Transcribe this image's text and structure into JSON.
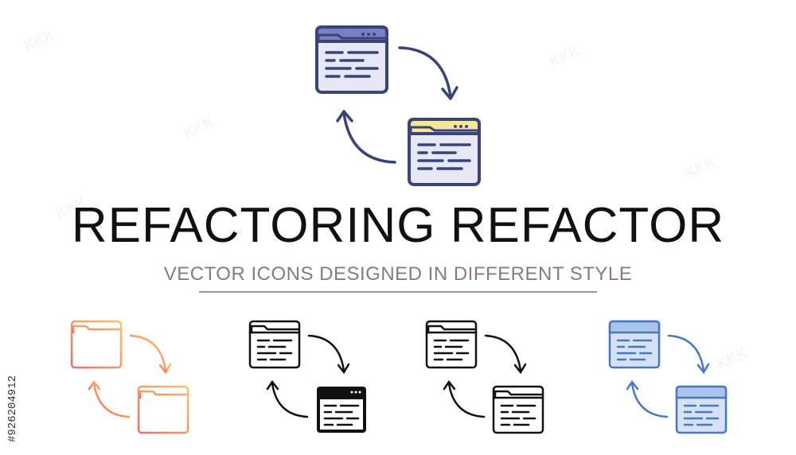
{
  "title": "REFACTORING REFACTOR",
  "subtitle": "VECTOR ICONS DESIGNED IN DIFFERENT STYLE",
  "stock_id": "#926204912",
  "watermark": "KKK",
  "colors": {
    "navy": "#3a4576",
    "purple_header": "#7b7fc6",
    "yellow_header": "#f5e79a",
    "window_fill": "#e7e8f6",
    "gradient_start": "#f56a6a",
    "gradient_end": "#f9c66a",
    "black": "#111111",
    "blue_outline": "#4a78c0",
    "blue_fill": "#d5e2f5"
  },
  "icons": [
    {
      "style": "filled-color",
      "name": "main-refactoring-icon"
    },
    {
      "style": "gradient-outline",
      "name": "gradient-refactoring-icon"
    },
    {
      "style": "glyph",
      "name": "glyph-refactoring-icon"
    },
    {
      "style": "outline",
      "name": "outline-refactoring-icon"
    },
    {
      "style": "blue-filled",
      "name": "blue-refactoring-icon"
    }
  ]
}
